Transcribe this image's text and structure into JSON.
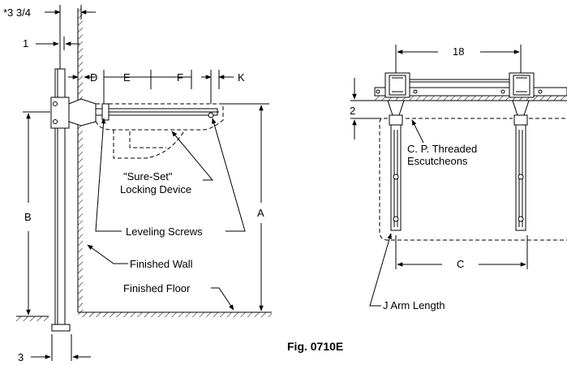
{
  "figure": {
    "caption": "Fig. 0710E"
  },
  "side_view": {
    "dim_top": "*3 3/4",
    "dim_1": "1",
    "dim_3": "3",
    "letters": {
      "A": "A",
      "B": "B",
      "D": "D",
      "E": "E",
      "F": "F",
      "K": "K"
    },
    "sure_set_line1": "\"Sure-Set\"",
    "sure_set_line2": "Locking Device",
    "leveling_screws": "Leveling Screws",
    "finished_wall": "Finished Wall",
    "finished_floor": "Finished Floor"
  },
  "front_view": {
    "dim_18": "18",
    "dim_2": "2",
    "letter_C": "C",
    "escutcheon_line1": "C. P. Threaded",
    "escutcheon_line2": "Escutcheons",
    "j_arm": "J Arm Length"
  }
}
